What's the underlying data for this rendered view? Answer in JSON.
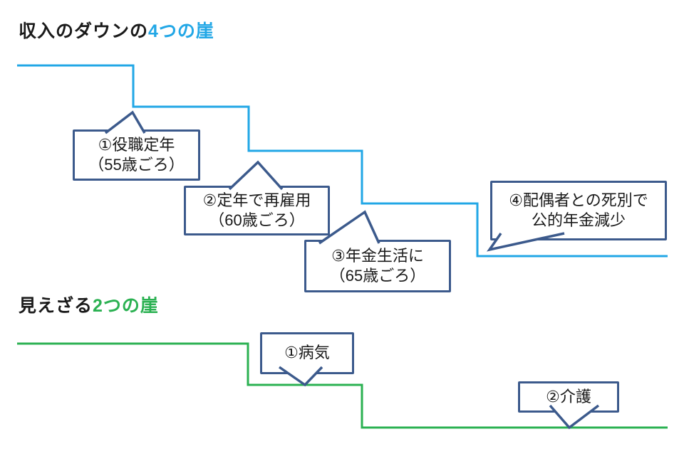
{
  "colors": {
    "blue": "#22A7E6",
    "green": "#2BB152",
    "border": "#3C5A8C",
    "text": "#1A1A1A"
  },
  "section1": {
    "title_black": "収入のダウンの",
    "title_accent": "4つの崖",
    "callouts": [
      {
        "line1": "①役職定年",
        "line2": "（55歳ごろ）"
      },
      {
        "line1": "②定年で再雇用",
        "line2": "（60歳ごろ）"
      },
      {
        "line1": "③年金生活に",
        "line2": "（65歳ごろ）"
      },
      {
        "line1": "④配偶者との死別で",
        "line2": "公的年金減少"
      }
    ]
  },
  "section2": {
    "title_black": "見えざる",
    "title_accent": "2つの崖",
    "callouts": [
      {
        "line1": "①病気"
      },
      {
        "line1": "②介護"
      }
    ]
  }
}
